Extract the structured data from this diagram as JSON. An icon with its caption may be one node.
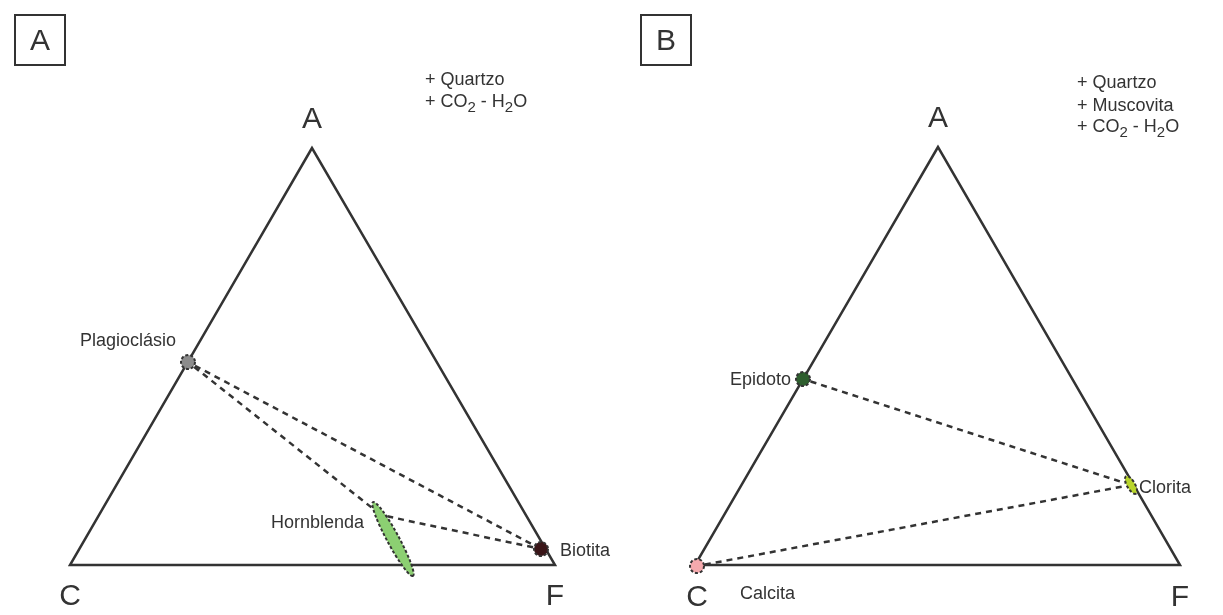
{
  "diagram": {
    "nodes": [
      {
        "text": [
          "A"
        ]
      },
      {
        "text": [
          "B"
        ]
      },
      {
        "text": [],
        "shape": "circle",
        "beside": [
          "Plagioclásio"
        ]
      },
      {
        "text": [],
        "shape": "ellipse",
        "beside": [
          "Hornblenda"
        ]
      },
      {
        "text": [],
        "shape": "circle",
        "beside": [
          "Biotita"
        ]
      },
      {
        "text": [],
        "shape": "circle",
        "beside": [
          "Epidoto"
        ]
      },
      {
        "text": [],
        "shape": "ellipse",
        "beside": [
          "Clorita"
        ]
      },
      {
        "text": [],
        "shape": "circle",
        "beside": [
          "Calcita"
        ]
      }
    ],
    "edges": [
      {
        "from": 2,
        "to": 4,
        "arrow": "none",
        "style": "dashed"
      },
      {
        "from": 2,
        "to": 3,
        "arrow": "none",
        "style": "dashed"
      },
      {
        "from": 3,
        "to": 4,
        "arrow": "none",
        "style": "dashed"
      },
      {
        "from": 5,
        "to": 6,
        "arrow": "none",
        "style": "dashed"
      },
      {
        "from": 7,
        "to": 6,
        "arrow": "none",
        "style": "dashed"
      }
    ],
    "labels": [
      "A",
      "+ Quartzo",
      "+ CO$_{2}$ - H$_{2}$O",
      "C",
      "F",
      "A",
      "+ Quartzo",
      "+ Muscovita",
      "+ CO$_{2}$ - H$_{2}$O",
      "C",
      "F"
    ]
  }
}
